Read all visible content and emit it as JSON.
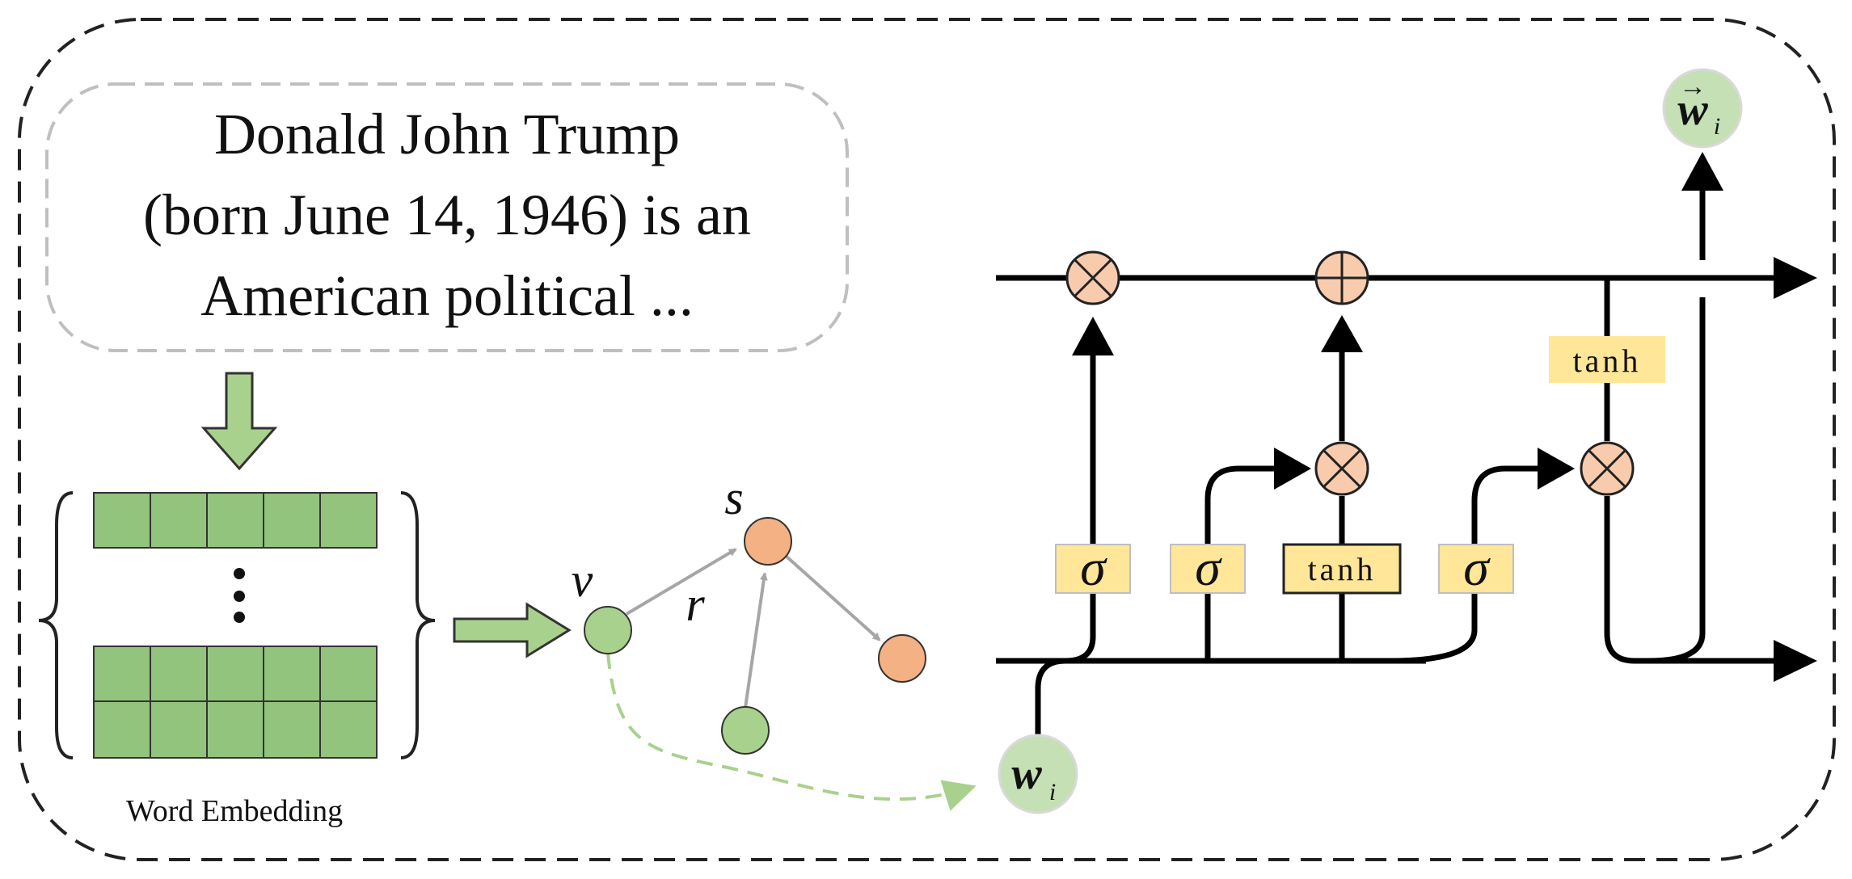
{
  "text_block": {
    "lines": [
      "Donald John Trump",
      "(born June 14, 1946) is an",
      "American political ..."
    ]
  },
  "embedding": {
    "caption": "Word Embedding",
    "ellipsis": "⋮"
  },
  "graph": {
    "label_v": "v",
    "label_s": "s",
    "label_r": "r"
  },
  "lstm": {
    "sigma_labels": [
      "σ",
      "σ",
      "σ"
    ],
    "tanh_labels": [
      "tanh",
      "tanh"
    ],
    "input_label": "w",
    "input_sub": "i",
    "output_label": "w",
    "output_sub": "i",
    "output_arrow_mark": "→"
  },
  "colors": {
    "green_cell": "#93c47d",
    "green_node": "#a9d18e",
    "orange_node": "#f4b183",
    "gate_box": "#ffe699",
    "wi_node": "#c5e0b4"
  }
}
